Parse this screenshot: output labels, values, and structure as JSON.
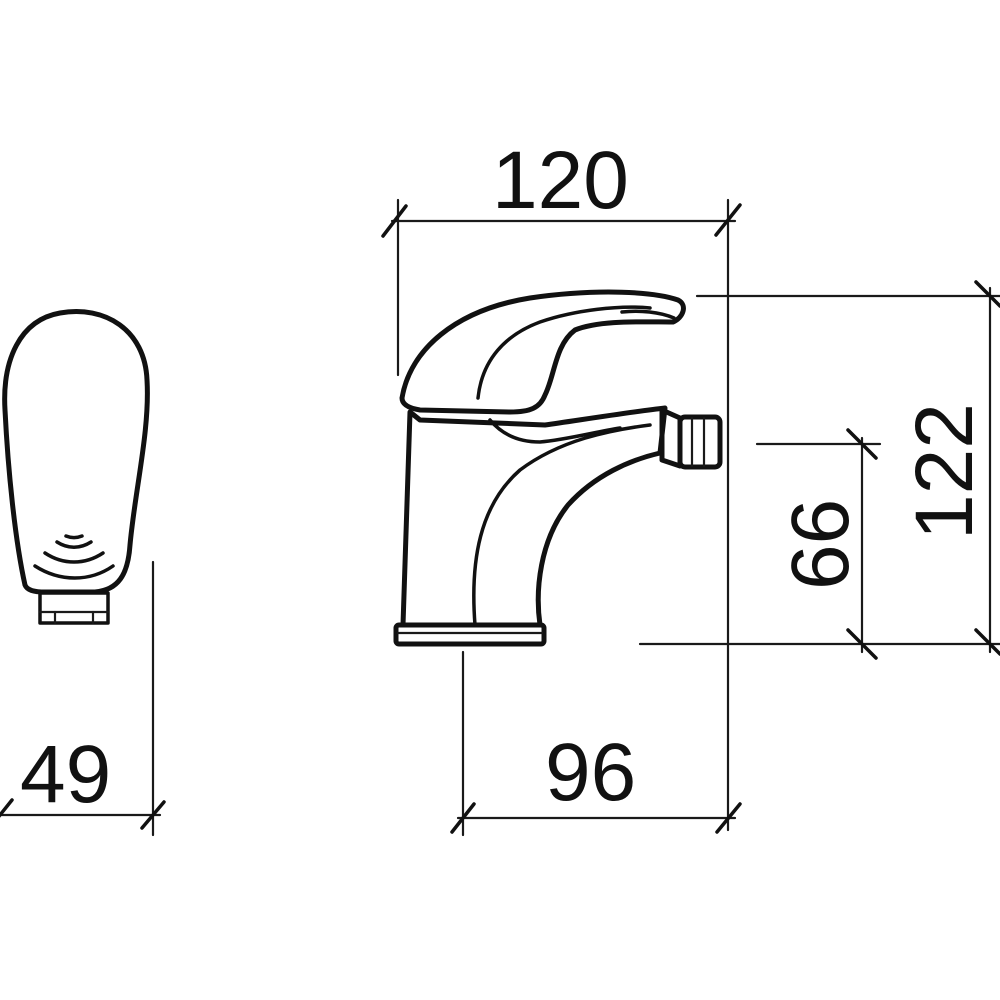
{
  "drawing": {
    "side_view": {
      "width_label": "49"
    },
    "front_view": {
      "overall_width_label": "120",
      "base_to_outlet_label": "96",
      "outlet_height_label": "66",
      "overall_height_label": "122"
    }
  },
  "colors": {
    "line": "#111111",
    "background": "#ffffff"
  }
}
